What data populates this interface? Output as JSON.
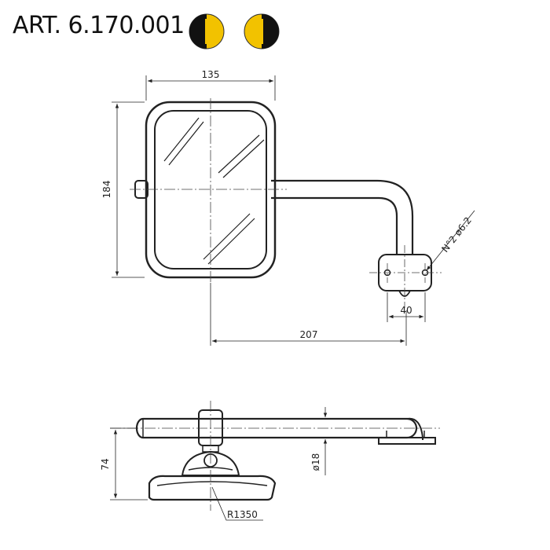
{
  "header": {
    "article_code": "ART. 6.170.001",
    "badge_icons": [
      "half-black-half-yellow-circle-icon",
      "half-black-half-yellow-circle-icon"
    ],
    "colors": {
      "badge_yellow": "#f2c200",
      "badge_dark": "#111111",
      "line": "#222222"
    }
  },
  "front_view": {
    "dim_width": "135",
    "dim_height": "184",
    "dim_arm_length": "207",
    "dim_bracket_width": "40",
    "dim_holes": "N°2 ø6.2"
  },
  "side_view": {
    "dim_height": "74",
    "dim_tube": "ø18",
    "dim_radius": "R1350"
  }
}
